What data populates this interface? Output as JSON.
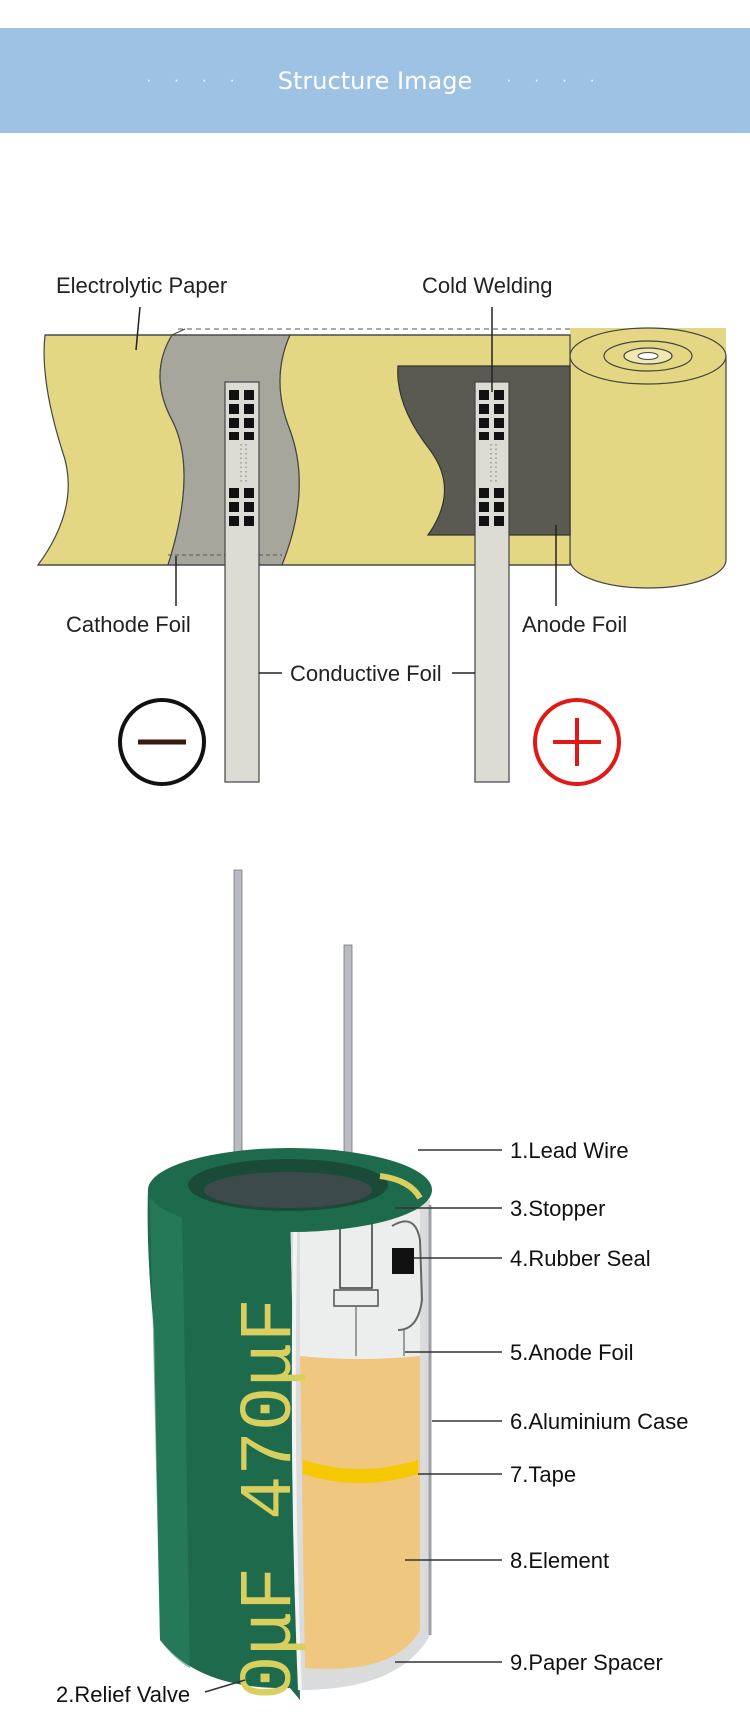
{
  "header": {
    "dots_left": "· · · ·",
    "title": "Structure Image",
    "dots_right": "· · · ·"
  },
  "diagram_top": {
    "labels": {
      "electrolytic_paper": "Electrolytic Paper",
      "cold_welding": "Cold Welding",
      "cathode_foil": "Cathode Foil",
      "anode_foil": "Anode Foil",
      "conductive_foil": "Conductive Foil"
    },
    "colors": {
      "paper": "#e3d784",
      "cathode": "#a7a69d",
      "anode": "#5b5a52",
      "tab": "#dcdcd4",
      "negative": "#111111",
      "positive": "#e01818"
    }
  },
  "diagram_bottom": {
    "capacitor_print": "470μF",
    "capacitor_print_bottom": "0μF",
    "parts": [
      "1.Lead Wire",
      "3.Stopper",
      "4.Rubber Seal",
      "5.Anode Foil",
      "6.Aluminium Case",
      "7.Tape",
      "8.Element",
      "9.Paper Spacer",
      "2.Relief Valve"
    ],
    "colors": {
      "sleeve": "#1e6a4c",
      "element": "#efc77f",
      "tape": "#f5c800",
      "print": "#d8cf5e"
    }
  }
}
